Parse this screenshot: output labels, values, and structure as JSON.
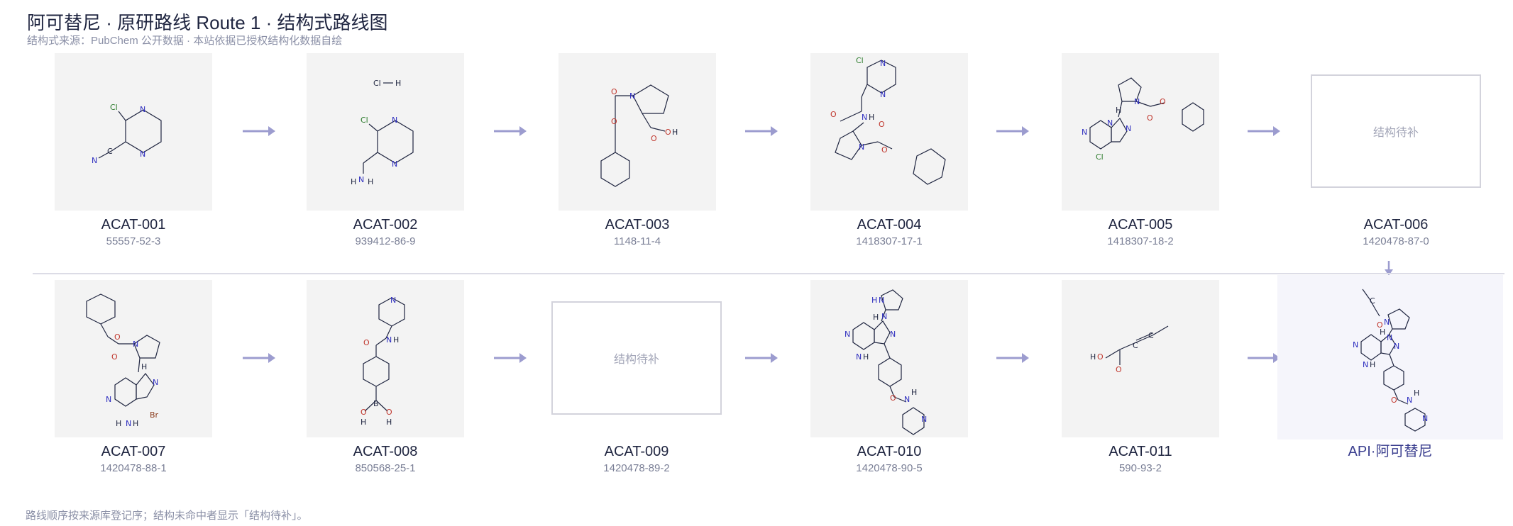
{
  "header": {
    "title": "阿可替尼 · 原研路线 Route 1 · 结构式路线图",
    "subtitle": "结构式来源：PubChem 公开数据 · 本站依据已授权结构化数据自绘"
  },
  "row1": [
    {
      "code": "ACAT-001",
      "cas": "55557-52-3"
    },
    {
      "code": "ACAT-002",
      "cas": "939412-86-9"
    },
    {
      "code": "ACAT-003",
      "cas": "1148-11-4"
    },
    {
      "code": "ACAT-004",
      "cas": "1418307-17-1"
    },
    {
      "code": "ACAT-005",
      "cas": "1418307-18-2"
    },
    {
      "code": "ACAT-006",
      "cas": "1420478-87-0",
      "placeholder": "结构待补"
    }
  ],
  "row2": [
    {
      "code": "ACAT-007",
      "cas": "1420478-88-1"
    },
    {
      "code": "ACAT-008",
      "cas": "850568-25-1"
    },
    {
      "code": "ACAT-009",
      "cas": "1420478-89-2",
      "placeholder": "结构待补"
    },
    {
      "code": "ACAT-010",
      "cas": "1420478-90-5"
    },
    {
      "code": "ACAT-011",
      "cas": "590-93-2"
    }
  ],
  "api": {
    "label": "API·阿可替尼"
  },
  "footer": "路线顺序按来源库登记序；结构未命中者显示「结构待补」。",
  "colors": {
    "arrow": "#9c9ccf",
    "tile": "#f3f3f3",
    "nitrogen": "#2d2dbf",
    "oxygen": "#c0362c"
  }
}
